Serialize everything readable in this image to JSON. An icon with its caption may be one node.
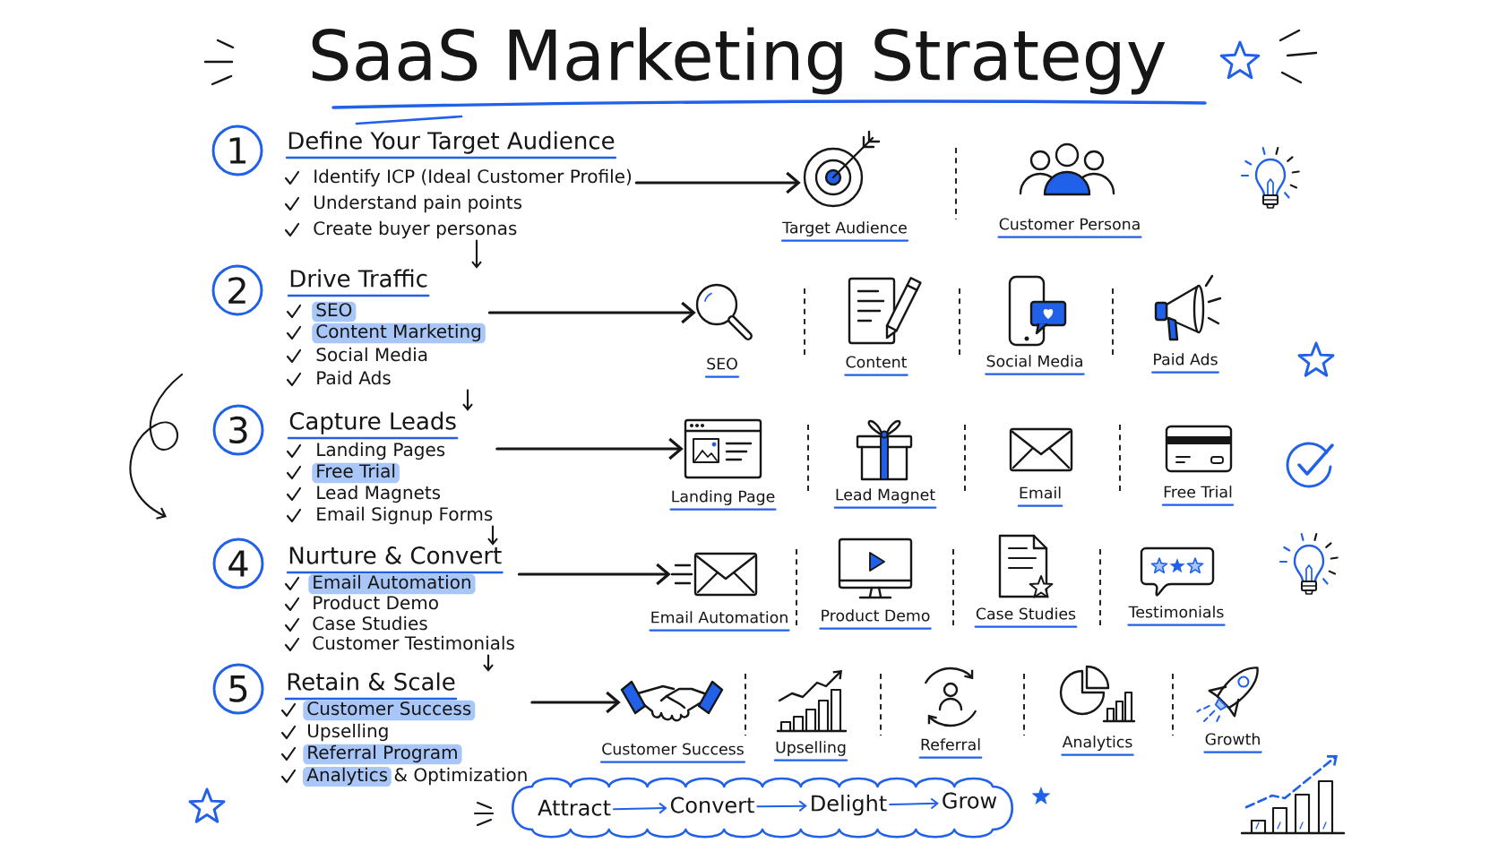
{
  "diagram": {
    "title": "SaaS Marketing Strategy",
    "nodes": [
      {
        "text": [
          "1"
        ]
      },
      {
        "text": [
          "Define Your Target Audience",
          "Identify ICP (Ideal Customer Profile)",
          "Understand pain points",
          "Create buyer personas"
        ]
      },
      {
        "text": [],
        "shape": "picture",
        "beside": [
          "Target Audience"
        ]
      },
      {
        "text": [],
        "shape": "picture",
        "beside": [
          "Customer Persona"
        ]
      },
      {
        "text": [
          "2"
        ]
      },
      {
        "text": [
          "Drive Traffic",
          "SEO",
          "Content Marketing",
          "Social Media",
          "Paid Ads"
        ]
      },
      {
        "text": [],
        "shape": "picture",
        "beside": [
          "SEO"
        ]
      },
      {
        "text": [],
        "shape": "picture",
        "beside": [
          "Content"
        ]
      },
      {
        "text": [],
        "shape": "picture",
        "beside": [
          "Social Media"
        ]
      },
      {
        "text": [],
        "shape": "picture",
        "beside": [
          "Paid Ads"
        ]
      },
      {
        "text": [
          "3"
        ]
      },
      {
        "text": [
          "Capture Leads",
          "Landing Pages",
          "Free Trial",
          "Lead Magnets",
          "Email Signup Forms"
        ]
      },
      {
        "text": [],
        "shape": "picture",
        "beside": [
          "Landing Page"
        ]
      },
      {
        "text": [],
        "shape": "picture",
        "beside": [
          "Lead Magnet"
        ]
      },
      {
        "text": [],
        "shape": "picture",
        "beside": [
          "Email"
        ]
      },
      {
        "text": [],
        "shape": "picture",
        "beside": [
          "Free Trial"
        ]
      },
      {
        "text": [
          "4"
        ]
      },
      {
        "text": [
          "Nurture & Convert",
          "Email Automation",
          "Product Demo",
          "Case Studies",
          "Customer Testimonials"
        ]
      },
      {
        "text": [],
        "shape": "picture",
        "beside": [
          "Email Automation"
        ]
      },
      {
        "text": [],
        "shape": "picture",
        "beside": [
          "Product Demo"
        ]
      },
      {
        "text": [],
        "shape": "picture",
        "beside": [
          "Case Studies"
        ]
      },
      {
        "text": [],
        "shape": "picture",
        "beside": [
          "Testimonials"
        ]
      },
      {
        "text": [
          "5"
        ]
      },
      {
        "text": [
          "Retain & Scale",
          "Customer Success",
          "Upselling",
          "Referral Program",
          "Analytics & Optimization"
        ]
      },
      {
        "text": [],
        "shape": "picture",
        "beside": [
          "Customer Success"
        ]
      },
      {
        "text": [],
        "shape": "picture",
        "beside": [
          "Upselling"
        ]
      },
      {
        "text": [],
        "shape": "picture",
        "beside": [
          "Referral"
        ]
      },
      {
        "text": [],
        "shape": "picture",
        "beside": [
          "Analytics"
        ]
      },
      {
        "text": [],
        "shape": "picture",
        "beside": [
          "Growth"
        ]
      },
      {
        "text": [],
        "shape": "cloud"
      },
      {
        "text": [
          "Attract"
        ],
        "in": 29
      },
      {
        "text": [
          "Convert"
        ],
        "in": 29
      },
      {
        "text": [
          "Delight"
        ],
        "in": 29
      },
      {
        "text": [
          "Grow"
        ],
        "in": 29
      }
    ],
    "edges": [
      {
        "from": 1,
        "to": 2,
        "arrow": "to"
      },
      {
        "from": 1,
        "to": 5,
        "arrow": "to"
      },
      {
        "from": 5,
        "to": 6,
        "arrow": "to"
      },
      {
        "from": 5,
        "to": 11,
        "arrow": "to"
      },
      {
        "from": 11,
        "to": 12,
        "arrow": "to"
      },
      {
        "from": 11,
        "to": 17,
        "arrow": "to"
      },
      {
        "from": 17,
        "to": 18,
        "arrow": "to"
      },
      {
        "from": 17,
        "to": 23,
        "arrow": "to"
      },
      {
        "from": 23,
        "to": 24,
        "arrow": "to"
      },
      {
        "from": 30,
        "to": 31,
        "arrow": "to",
        "color": "#2160e8"
      },
      {
        "from": 31,
        "to": 32,
        "arrow": "to",
        "color": "#2160e8"
      },
      {
        "from": 32,
        "to": 33,
        "arrow": "to",
        "color": "#2160e8"
      }
    ]
  }
}
